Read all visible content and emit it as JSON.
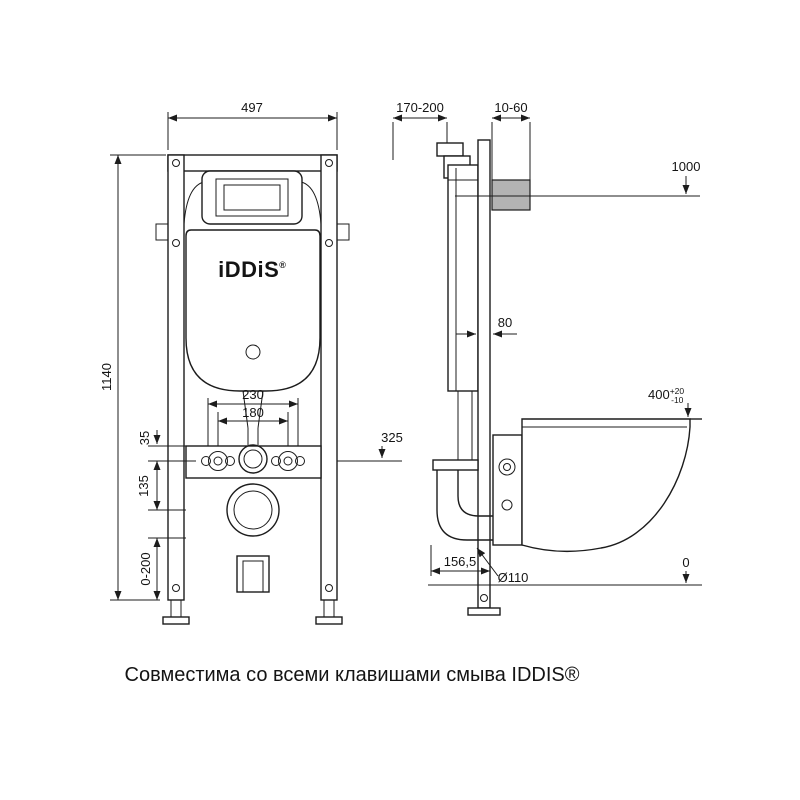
{
  "page": {
    "caption": "Совместима со всеми клавишами смыва IDDIS®",
    "background": "#ffffff",
    "line_color": "#1c1c1c"
  },
  "logo": {
    "brand": "iDDiS",
    "registered": "®"
  },
  "front_view": {
    "width": "497",
    "height": "1140",
    "bolt_spacing": "230",
    "supply_spacing": "180",
    "offset_35": "35",
    "offset_135": "135",
    "outlet_height": "325",
    "foot_range": "0-200"
  },
  "side_view": {
    "depth": "170-200",
    "wall_gap": "10-60",
    "button_height": "1000",
    "rail_depth": "80",
    "bowl_height": "400",
    "bowl_tol_plus": "+20",
    "bowl_tol_minus": "-10",
    "drain_offset": "156,5",
    "pipe_diameter": "Ø110",
    "floor": "0"
  }
}
